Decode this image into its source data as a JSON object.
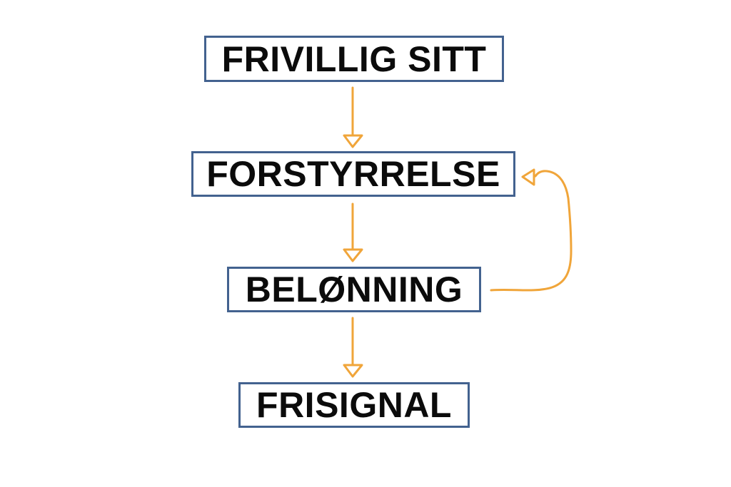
{
  "diagram": {
    "type": "flowchart",
    "colors": {
      "node_border": "#43628f",
      "arrow": "#f0a53a",
      "text": "#0b0b0b",
      "background": "#ffffff"
    },
    "nodes": [
      {
        "id": "frivillig-sitt",
        "label": "FRIVILLIG SITT"
      },
      {
        "id": "forstyrrelse",
        "label": "FORSTYRRELSE"
      },
      {
        "id": "belonning",
        "label": "BELØNNING"
      },
      {
        "id": "frisignal",
        "label": "FRISIGNAL"
      }
    ],
    "edges": [
      {
        "from": "frivillig-sitt",
        "to": "forstyrrelse"
      },
      {
        "from": "forstyrrelse",
        "to": "belonning"
      },
      {
        "from": "belonning",
        "to": "frisignal"
      },
      {
        "from": "belonning",
        "to": "forstyrrelse",
        "kind": "loop-back"
      }
    ]
  }
}
